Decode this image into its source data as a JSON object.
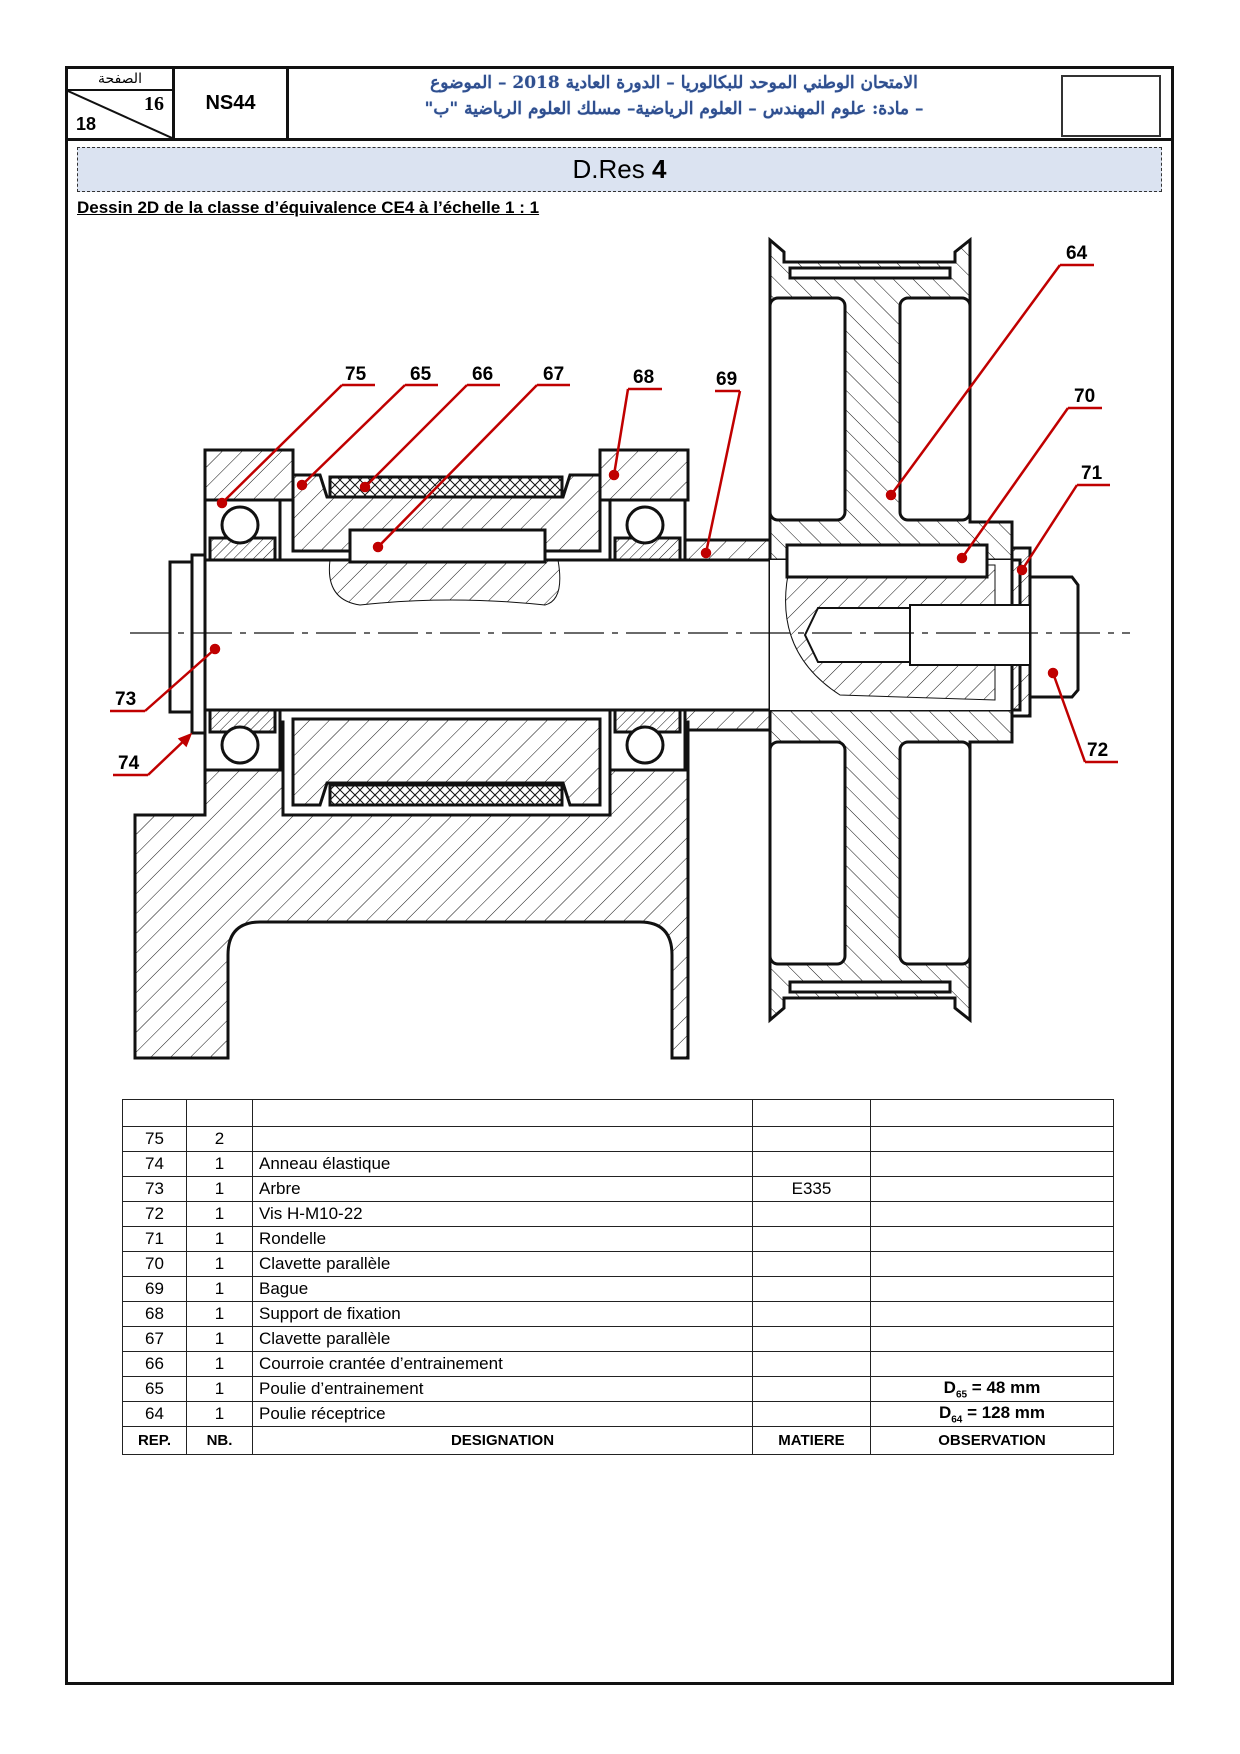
{
  "header": {
    "page_label": "الصفحة",
    "page_number": "16",
    "page_total": "18",
    "exam_code": "NS44",
    "title_line1": "الامتحان الوطني الموحد للبكالوريا – الدورة العادية 2018 – الموضوع",
    "title_line2": "– مادة: علوم المهندس – العلوم الرياضية– مسلك العلوم الرياضية \"ب\""
  },
  "document": {
    "section_prefix": "D.Res",
    "section_number": "4",
    "subtitle": "Dessin 2D de la classe d’équivalence CE4 à l’échelle 1 : 1"
  },
  "drawing": {
    "callouts": [
      "75",
      "65",
      "66",
      "67",
      "68",
      "69",
      "64",
      "70",
      "71",
      "72",
      "73",
      "74"
    ],
    "leader_color": "#c00000"
  },
  "bom": {
    "rows": [
      {
        "rep": "",
        "nb": "",
        "designation": "",
        "matiere": "",
        "observation": ""
      },
      {
        "rep": "75",
        "nb": "2",
        "designation": "",
        "matiere": "",
        "observation": ""
      },
      {
        "rep": "74",
        "nb": "1",
        "designation": "Anneau élastique",
        "matiere": "",
        "observation": ""
      },
      {
        "rep": "73",
        "nb": "1",
        "designation": "Arbre",
        "matiere": "E335",
        "observation": ""
      },
      {
        "rep": "72",
        "nb": "1",
        "designation": "Vis H-M10-22",
        "matiere": "",
        "observation": ""
      },
      {
        "rep": "71",
        "nb": "1",
        "designation": "Rondelle",
        "matiere": "",
        "observation": ""
      },
      {
        "rep": "70",
        "nb": "1",
        "designation": "Clavette parallèle",
        "matiere": "",
        "observation": ""
      },
      {
        "rep": "69",
        "nb": "1",
        "designation": "Bague",
        "matiere": "",
        "observation": ""
      },
      {
        "rep": "68",
        "nb": "1",
        "designation": "Support de fixation",
        "matiere": "",
        "observation": ""
      },
      {
        "rep": "67",
        "nb": "1",
        "designation": "Clavette parallèle",
        "matiere": "",
        "observation": ""
      },
      {
        "rep": "66",
        "nb": "1",
        "designation": "Courroie crantée d’entrainement",
        "matiere": "",
        "observation": ""
      },
      {
        "rep": "65",
        "nb": "1",
        "designation": "Poulie d’entrainement",
        "matiere": "",
        "observation": "D65 = 48 mm",
        "obs_sub": "65",
        "obs_rest": " = 48 mm"
      },
      {
        "rep": "64",
        "nb": "1",
        "designation": "Poulie réceptrice",
        "matiere": "",
        "observation": "D64 = 128 mm",
        "obs_sub": "64",
        "obs_rest": " = 128 mm"
      }
    ],
    "headers": {
      "rep": "REP.",
      "nb": "NB.",
      "designation": "DESIGNATION",
      "matiere": "MATIERE",
      "observation": "OBSERVATION"
    }
  }
}
